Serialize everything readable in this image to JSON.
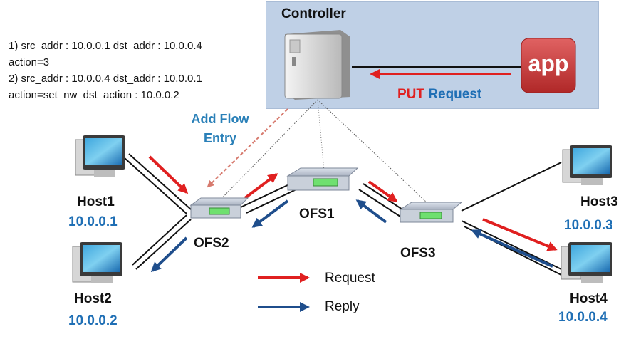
{
  "controller": {
    "title": "Controller"
  },
  "flow_rules": [
    "1) src_addr : 10.0.0.1 dst_addr : 10.0.0.4",
    "action=3",
    "2) src_addr : 10.0.0.4 dst_addr : 10.0.0.1",
    "action=set_nw_dst_action : 10.0.0.2"
  ],
  "app": {
    "label": "app"
  },
  "put_request": {
    "verb": "PUT",
    "word": "Request"
  },
  "add_flow": {
    "line1": "Add Flow",
    "line2": "Entry"
  },
  "switches": {
    "ofs1": "OFS1",
    "ofs2": "OFS2",
    "ofs3": "OFS3"
  },
  "hosts": {
    "host1": {
      "name": "Host1",
      "ip": "10.0.0.1"
    },
    "host2": {
      "name": "Host2",
      "ip": "10.0.0.2"
    },
    "host3": {
      "name": "Host3",
      "ip": "10.0.0.3"
    },
    "host4": {
      "name": "Host4",
      "ip": "10.0.0.4"
    }
  },
  "legend": {
    "request": "Request",
    "reply": "Reply"
  },
  "colors": {
    "request": "#e02020",
    "reply": "#1f4e8c",
    "controller_bg": "#bfd0e6",
    "ip_blue": "#1f6fb5",
    "app_red": "#c43030"
  }
}
